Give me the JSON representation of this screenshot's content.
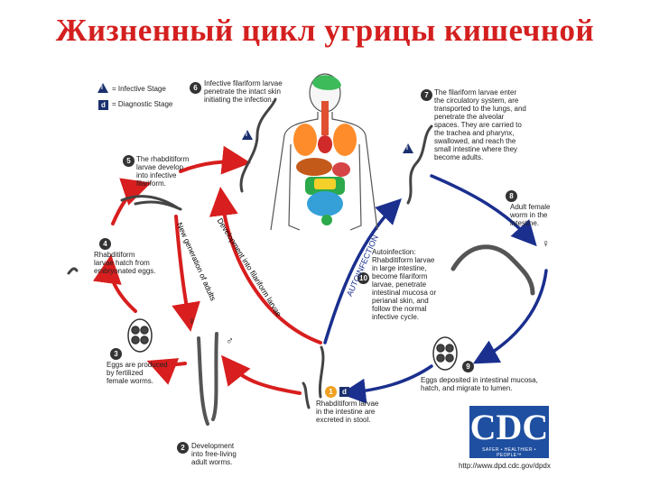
{
  "title": "Жизненный цикл угрицы кишечной",
  "legend": {
    "infective_symbol": "i",
    "infective_label": "= Infective Stage",
    "diagnostic_symbol": "d",
    "diagnostic_label": "= Diagnostic Stage"
  },
  "stages": {
    "s1": {
      "num": "1",
      "text": "Rhabditiform larvae\nin the intestine are\nexcreted in stool."
    },
    "s2": {
      "num": "2",
      "text": "Development\ninto free-living\nadult worms."
    },
    "s3": {
      "num": "3",
      "text": "Eggs are produced\nby fertilized\nfemale worms."
    },
    "s4": {
      "num": "4",
      "text": "Rhabditiform\nlarvae hatch from\nembryonated eggs."
    },
    "s5": {
      "num": "5",
      "text": "The rhabditiform\nlarvae develop\ninto infective\nfilariform."
    },
    "s6": {
      "num": "6",
      "text": "Infective filariform larvae\npenetrate the intact skin\ninitiating the infection."
    },
    "s7": {
      "num": "7",
      "text": "The filariform larvae enter\nthe circulatory system, are\ntransported to the lungs, and\npenetrate the alveolar\nspaces. They are carried to\nthe trachea and pharynx,\nswallowed, and reach the\nsmall intestine where they\nbecome adults."
    },
    "s8": {
      "num": "8",
      "text": "Adult female\nworm in the\nintestine."
    },
    "s9": {
      "num": "9",
      "text": "Eggs deposited in intestinal mucosa,\nhatch, and migrate to lumen."
    },
    "s10": {
      "num": "10",
      "text": "Autoinfection:\nRhabditiform larvae\nin large intestine,\nbecome filariform\nlarvae, penetrate\nintestinal mucosa or\nperianal skin, and\nfollow the normal\ninfective cycle."
    }
  },
  "arrow_labels": {
    "new_generation": "New generation of adults",
    "development": "Development into filariform larvae",
    "autoinfection": "AUTOINFECTION"
  },
  "sex_symbols": {
    "female": "♀",
    "male": "♂"
  },
  "logo": {
    "text": "CDC",
    "tagline": "SAFER • HEALTHIER • PEOPLE™"
  },
  "url": "http://www.dpd.cdc.gov/dpdx",
  "colors": {
    "title": "#d41f1f",
    "red_arrow": "#d81e1e",
    "blue_arrow": "#1a2f8e",
    "logo": "#1f4fa0"
  }
}
